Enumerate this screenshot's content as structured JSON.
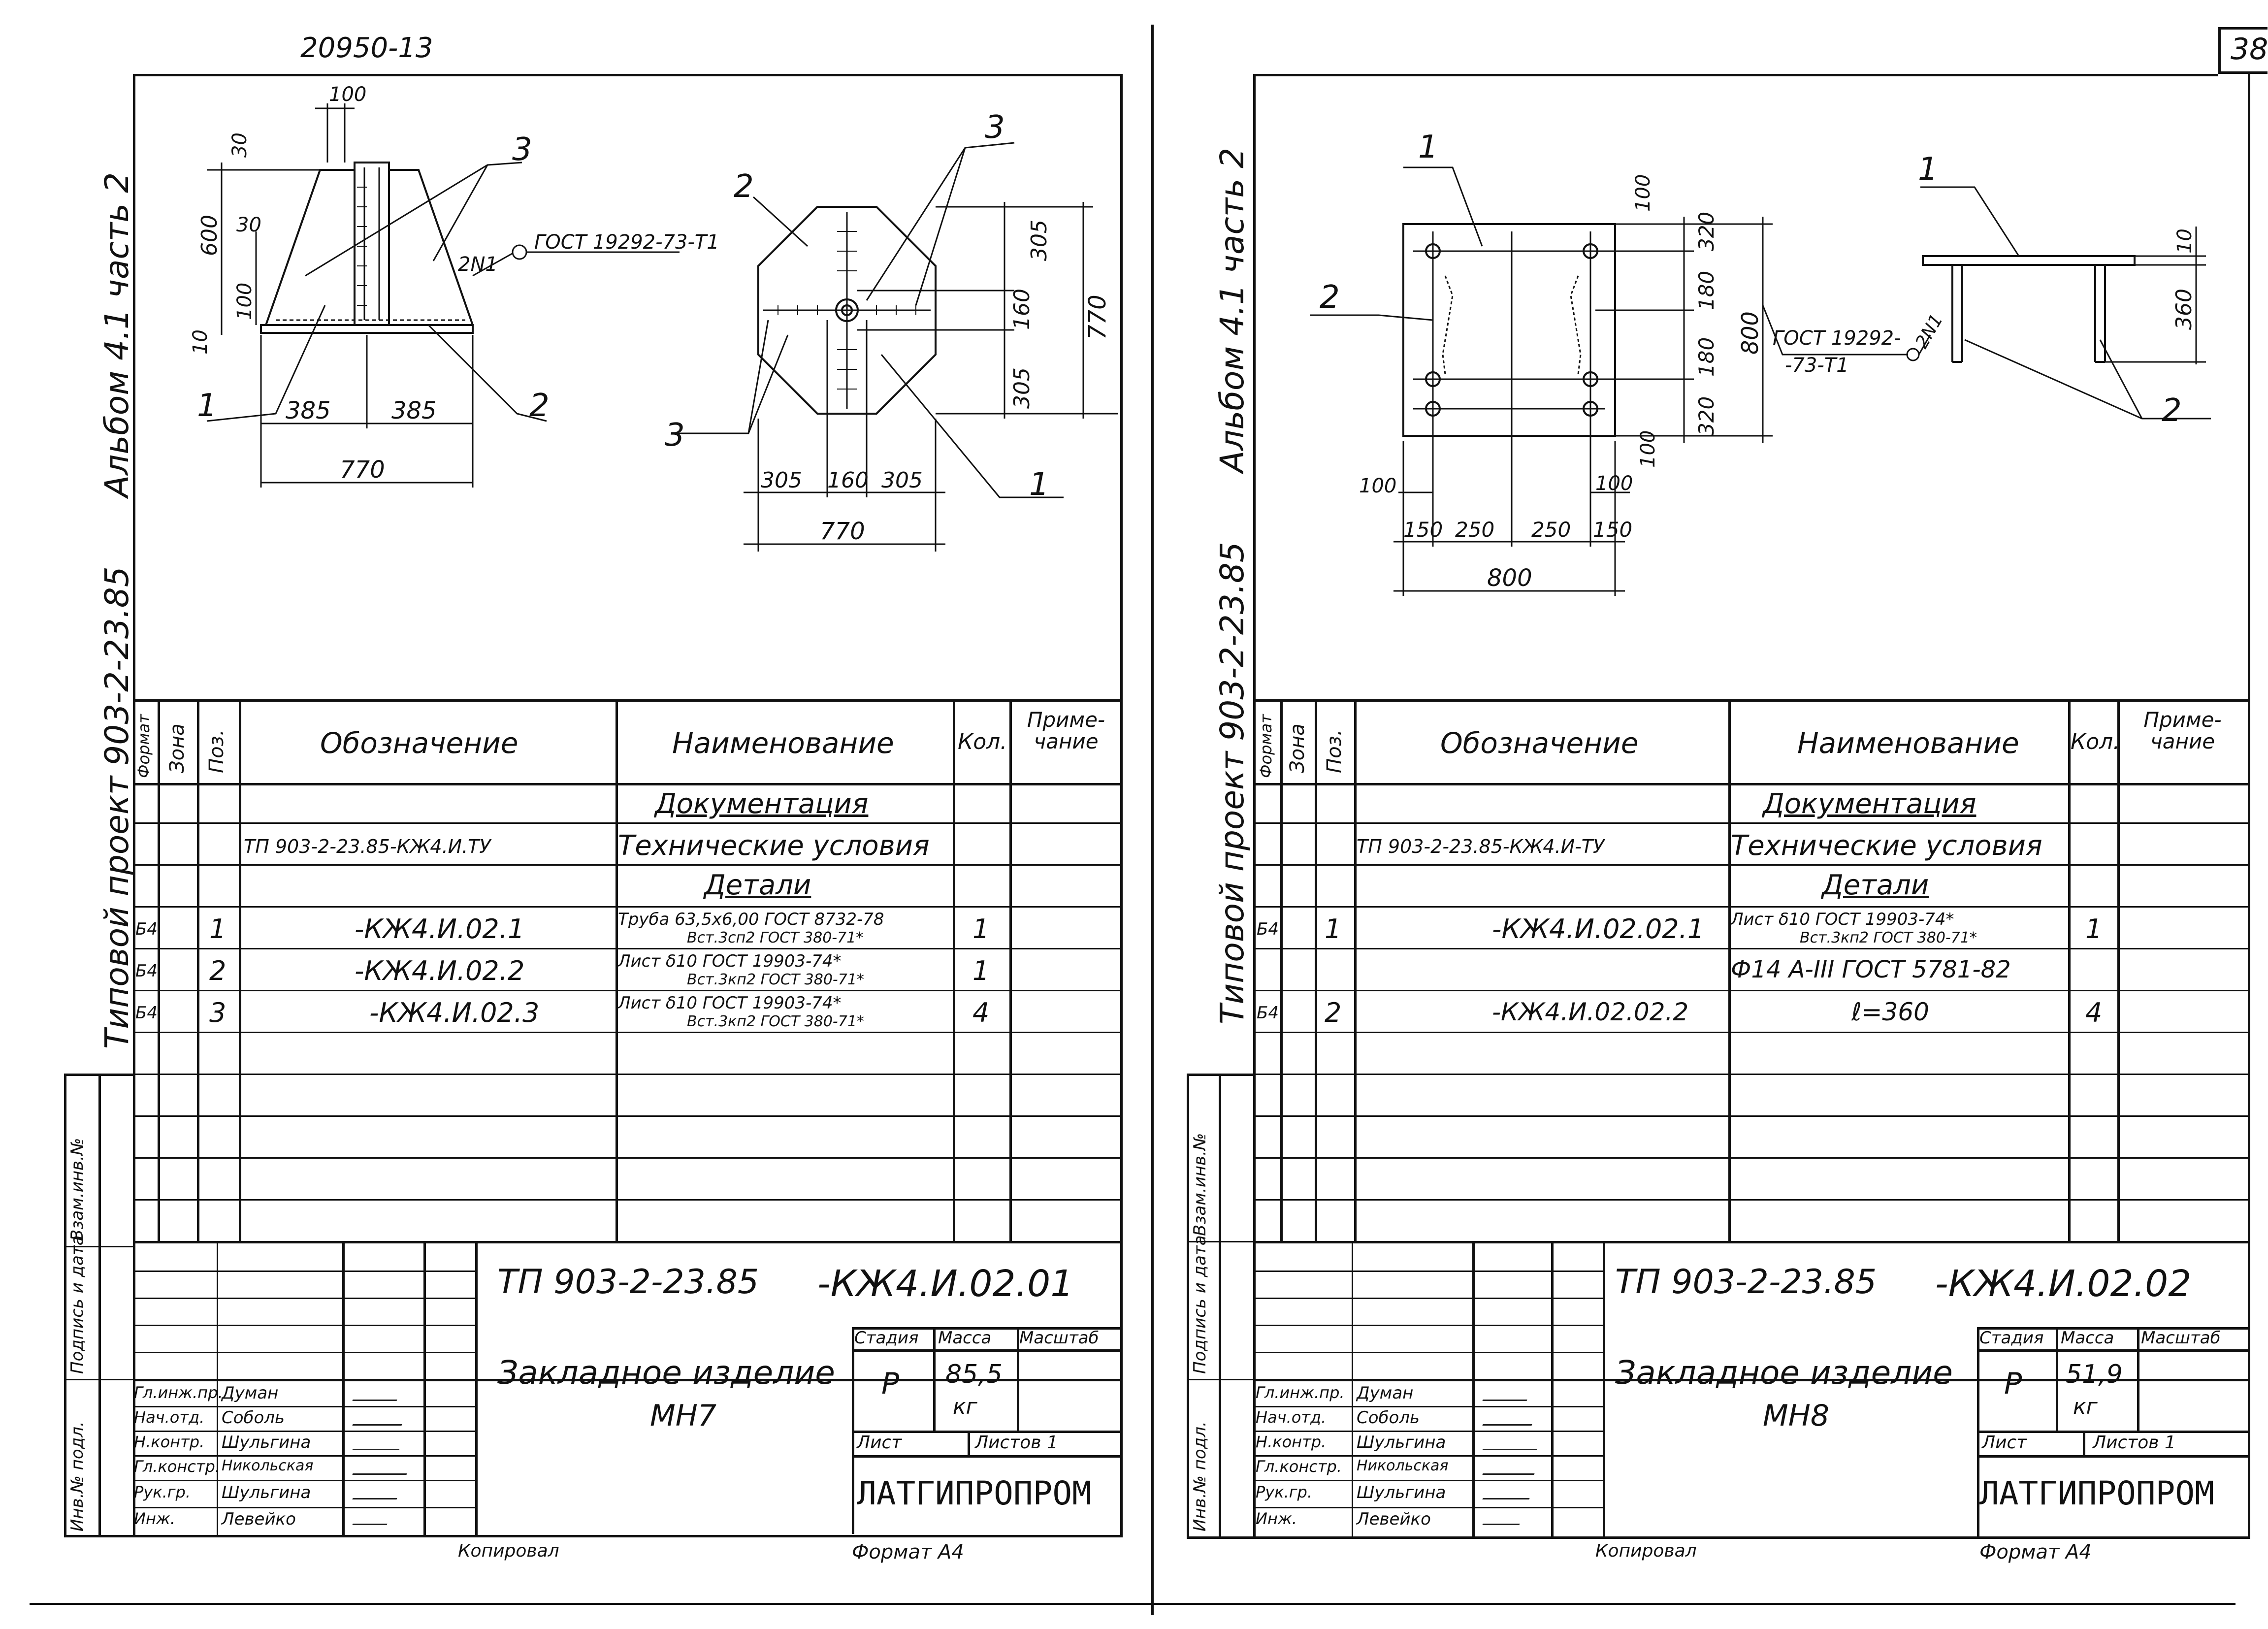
{
  "top_code": "20950-13",
  "page_number": "38",
  "album_label": "Альбом 4.1 часть 2",
  "project_label": "Типовой проект 903-2-23.85",
  "copy_label": "Копировал",
  "format_label": "Формат А4",
  "side_columns": [
    "Инв.№ подл.",
    "Подпись и дата",
    "Взам.инв.№"
  ],
  "table_headers": {
    "format": "Формат",
    "zone": "Зона",
    "pos": "Поз.",
    "designation": "Обозначение",
    "name": "Наименование",
    "qty": "Кол.",
    "note": "Приме-чание"
  },
  "title_roles": [
    "Гл.инж.пр.",
    "Нач.отд.",
    "Н.контр.",
    "Гл.констр.",
    "Рук.гр.",
    "Инж."
  ],
  "title_names": [
    "Думан",
    "Соболь",
    "Шульгина",
    "Никольская",
    "Шульгина",
    "Левейко"
  ],
  "stage_label": "Стадия",
  "mass_label": "Масса",
  "scale_label": "Масштаб",
  "sheet_label": "Лист",
  "sheets_label": "Листов 1",
  "org": "ЛАТГИПРОПРОМ",
  "left": {
    "drawing": {
      "dims": {
        "d100": "100",
        "d30a": "30",
        "d30b": "30",
        "d600": "600",
        "d100v": "100",
        "d10": "10",
        "d385a": "385",
        "d385b": "385",
        "d770": "770",
        "d305a": "305",
        "d160a": "160",
        "d305b": "305",
        "d770b": "770",
        "d305c": "305",
        "d160b": "160",
        "d305d": "305",
        "d770c": "770"
      },
      "callouts": {
        "c1": "1",
        "c2": "2",
        "c3": "3",
        "c2b": "2",
        "c3b": "3",
        "c3c": "3",
        "c1b": "1"
      },
      "weld": "2N1",
      "gost": "ГОСТ 19292-73-Т1"
    },
    "section_docs": "Документация",
    "section_parts": "Детали",
    "rows": [
      {
        "format": "",
        "zone": "",
        "pos": "",
        "designation": "ТП 903-2-23.85-КЖ4.И.ТУ",
        "name": "Технические условия",
        "name2": "",
        "qty": "",
        "note": ""
      },
      {
        "format": "Б4",
        "zone": "",
        "pos": "1",
        "designation": "-КЖ4.И.02.1",
        "name": "Труба 63,5х6,00 ГОСТ 8732-78",
        "name2": "Вст.3сп2 ГОСТ 380-71*",
        "qty": "1",
        "note": ""
      },
      {
        "format": "Б4",
        "zone": "",
        "pos": "2",
        "designation": "-КЖ4.И.02.2",
        "name": "Лист δ10 ГОСТ 19903-74*",
        "name2": "Вст.3кп2 ГОСТ 380-71*",
        "qty": "1",
        "note": ""
      },
      {
        "format": "Б4",
        "zone": "",
        "pos": "3",
        "designation": "-КЖ4.И.02.3",
        "name": "Лист δ10 ГОСТ 19903-74*",
        "name2": "Вст.3кп2 ГОСТ 380-71*",
        "qty": "4",
        "note": ""
      }
    ],
    "doc_code": "ТП 903-2-23.85",
    "doc_suffix": "-КЖ4.И.02.01",
    "title": "Закладное изделие",
    "subtitle": "МН7",
    "stage": "Р",
    "mass": "85,5",
    "mass_unit": "кг"
  },
  "right": {
    "drawing": {
      "dims": {
        "d100a": "100",
        "d320a": "320",
        "d180a": "180",
        "d180b": "180",
        "d320b": "320",
        "d100b": "100",
        "d800v": "800",
        "d100c": "100",
        "d100d": "100",
        "d150a": "150",
        "d250a": "250",
        "d250b": "250",
        "d150b": "150",
        "d800h": "800",
        "d10": "10",
        "d360": "360"
      },
      "callouts": {
        "c1": "1",
        "c2": "2",
        "c1b": "1",
        "c2b": "2"
      },
      "weld": "2N1",
      "gost1": "ГОСТ 19292-",
      "gost2": "-73-Т1"
    },
    "section_docs": "Документация",
    "section_parts": "Детали",
    "rows": [
      {
        "format": "",
        "zone": "",
        "pos": "",
        "designation": "ТП 903-2-23.85-КЖ4.И-ТУ",
        "name": "Технические условия",
        "name2": "",
        "qty": "",
        "note": ""
      },
      {
        "format": "Б4",
        "zone": "",
        "pos": "1",
        "designation": "-КЖ4.И.02.02.1",
        "name": "Лист δ10 ГОСТ 19903-74*",
        "name2": "Вст.3кп2 ГОСТ 380-71*",
        "qty": "1",
        "note": ""
      },
      {
        "format": "",
        "zone": "",
        "pos": "",
        "designation": "",
        "name": "Ф14 А-III ГОСТ 5781-82",
        "name2": "",
        "qty": "",
        "note": ""
      },
      {
        "format": "Б4",
        "zone": "",
        "pos": "2",
        "designation": "-КЖ4.И.02.02.2",
        "name": "ℓ=360",
        "name2": "",
        "qty": "4",
        "note": ""
      }
    ],
    "doc_code": "ТП 903-2-23.85",
    "doc_suffix": "-КЖ4.И.02.02",
    "title": "Закладное изделие",
    "subtitle": "МН8",
    "stage": "Р",
    "mass": "51,9",
    "mass_unit": "кг"
  }
}
